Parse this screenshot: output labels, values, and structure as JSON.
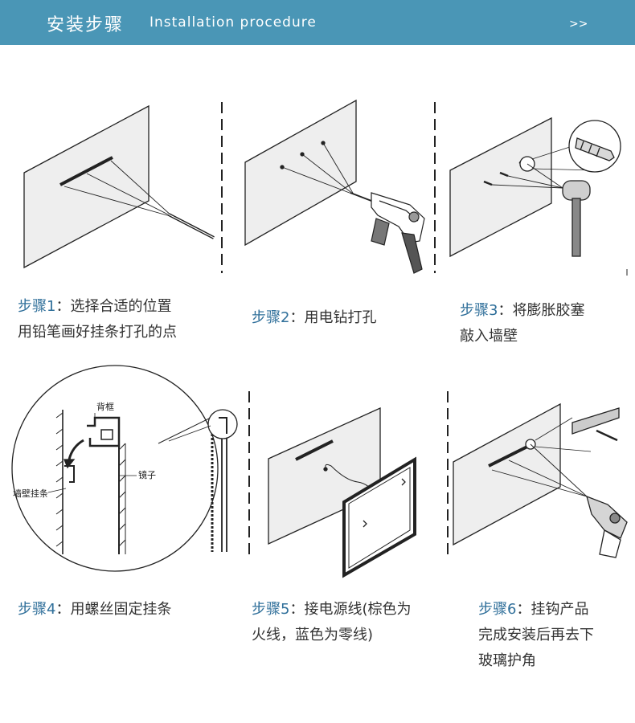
{
  "header": {
    "title_cn": "安装步骤",
    "title_en": "Installation procedure",
    "more": ">>"
  },
  "colors": {
    "header_bg": "#4a96b6",
    "step_label": "#2f6f9a",
    "panel_fill": "#eeeeee",
    "line": "#222222"
  },
  "steps": [
    {
      "label": "步骤1",
      "lines": [
        "：选择合适的位置",
        "用铅笔画好挂条打孔的点"
      ]
    },
    {
      "label": "步骤2",
      "lines": [
        "：用电钻打孔"
      ]
    },
    {
      "label": "步骤3",
      "lines": [
        "：将膨胀胶塞",
        "敲入墙壁"
      ]
    },
    {
      "label": "步骤4",
      "lines": [
        "：用螺丝固定挂条"
      ]
    },
    {
      "label": "步骤5",
      "lines": [
        "：接电源线(棕色为",
        "火线，蓝色为零线)"
      ]
    },
    {
      "label": "步骤6",
      "lines": [
        "：挂钩产品",
        "完成安装后再去下",
        "玻璃护角"
      ]
    }
  ],
  "diagram_labels": {
    "back_frame": "背框",
    "mirror": "镜子",
    "wall_strip": "墙壁挂条"
  },
  "icons": [
    "pencil-icon",
    "drill-icon",
    "anchor-plug-icon",
    "hammer-icon",
    "screw-icon",
    "cordless-drill-icon",
    "led-mirror-icon"
  ]
}
